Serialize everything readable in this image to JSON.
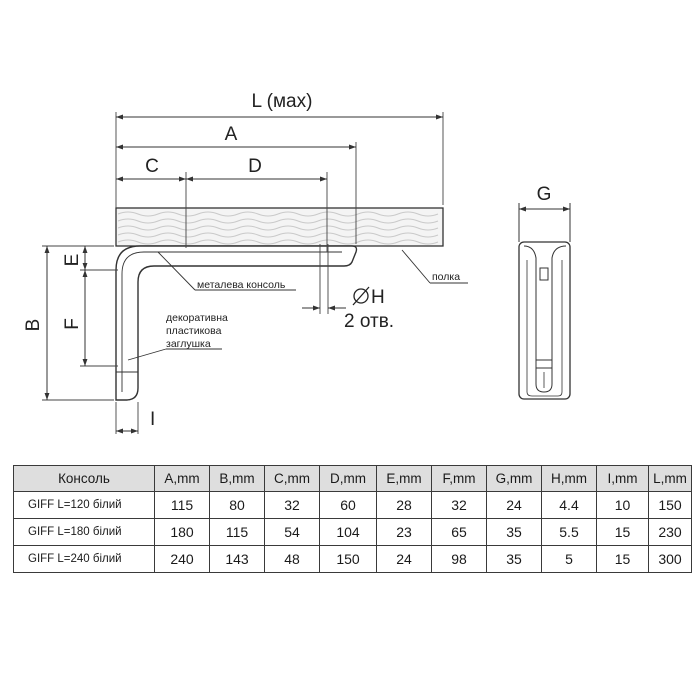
{
  "labels": {
    "l_max": "L (мах)",
    "a": "A",
    "c": "C",
    "d": "D",
    "b": "B",
    "e": "E",
    "f": "F",
    "i": "I",
    "g": "G",
    "h": "H",
    "holes": "2 отв.",
    "metal_console": "металева консоль",
    "shelf": "полка",
    "plug_line1": "декоративна",
    "plug_line2": "пластикова",
    "plug_line3": "заглушка"
  },
  "table": {
    "headers": [
      "Консоль",
      "A,mm",
      "B,mm",
      "C,mm",
      "D,mm",
      "E,mm",
      "F,mm",
      "G,mm",
      "H,mm",
      "I,mm",
      "L,mm"
    ],
    "rows": [
      [
        "GIFF L=120 білий",
        "115",
        "80",
        "32",
        "60",
        "28",
        "32",
        "24",
        "4.4",
        "10",
        "150"
      ],
      [
        "GIFF L=180 білий",
        "180",
        "115",
        "54",
        "104",
        "23",
        "65",
        "35",
        "5.5",
        "15",
        "230"
      ],
      [
        "GIFF L=240 білий",
        "240",
        "143",
        "48",
        "150",
        "24",
        "98",
        "35",
        "5",
        "15",
        "300"
      ]
    ]
  },
  "colors": {
    "line": "#333333",
    "shelf_fill": "#f4f4f4",
    "header_fill": "#dedede"
  }
}
